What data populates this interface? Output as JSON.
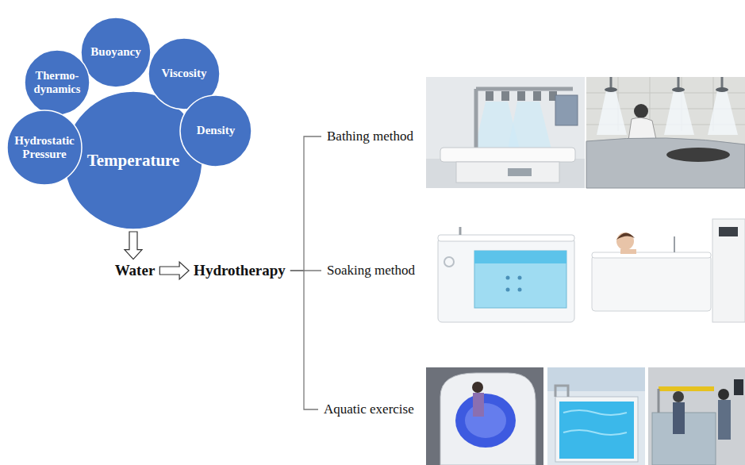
{
  "diagram": {
    "nodes": [
      {
        "text": [
          "Buoyancy"
        ]
      },
      {
        "text": [
          "Thermo- dynamics"
        ]
      },
      {
        "text": [
          "Viscosity"
        ]
      },
      {
        "text": [
          "Hydrostatic Pressure"
        ]
      },
      {
        "text": [
          "Temperature"
        ]
      },
      {
        "text": [
          "Density"
        ]
      },
      {
        "text": [
          "Water"
        ]
      },
      {
        "text": [
          "Hydrotherapy"
        ]
      },
      {
        "text": [
          "Bathing method"
        ]
      },
      {
        "text": [
          "Soaking method"
        ]
      },
      {
        "text": [
          "Aquatic exercise"
        ]
      }
    ],
    "edges": [
      {
        "from": 4,
        "to": 6,
        "arrow": "to"
      },
      {
        "from": 6,
        "to": 7,
        "arrow": "to"
      },
      {
        "from": 7,
        "to": 8,
        "arrow": "none"
      },
      {
        "from": 7,
        "to": 9,
        "arrow": "none"
      },
      {
        "from": 7,
        "to": 10,
        "arrow": "none"
      }
    ]
  }
}
